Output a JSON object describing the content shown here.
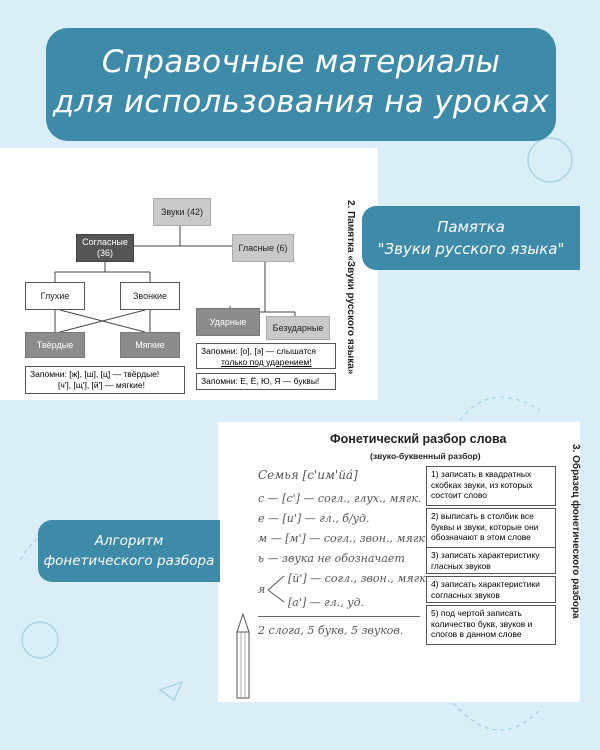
{
  "title": {
    "line1": "Справочные материалы",
    "line2": "для использования на уроках"
  },
  "card1": {
    "line1": "Памятка",
    "line2": "\"Звуки русского языка\""
  },
  "card2": {
    "line1": "Алгоритм",
    "line2": "фонетического разбора"
  },
  "diagram": {
    "sounds": "Звуки (42)",
    "consonants": "Согласные (36)",
    "vowels": "Гласные (6)",
    "voiceless": "Глухие",
    "voiced": "Звонкие",
    "hard": "Твёрдые",
    "soft": "Мягкие",
    "stressed": "Ударные",
    "unstressed": "Безударные",
    "note_hard_soft": [
      "Запомни: [ж], [ш], [ц] — твёрдые!",
      "[ч'], [щ'], [й'] — мягкие!"
    ],
    "note_vowels": [
      "Запомни: [о], [э] — слышатся",
      "только под ударением!"
    ],
    "note_letters": "Запомни: Е, Ё, Ю, Я — буквы!",
    "side_title": "2. Памятка «Звуки русского языка»"
  },
  "analysis": {
    "title": "Фонетический разбор слова",
    "subtitle": "(звуко-буквенный разбор)",
    "side_title": "3. Образец фонетического разбора",
    "word": "Семья [с'им'йа́]",
    "lines": [
      "с — [с'] — согл., глух., мягк.",
      "е — [и'] — гл., б/уд.",
      "м — [м'] — согл., звон., мягк.",
      "ь — звука не обозначает",
      "[й'] — согл., звон., мягк",
      "[а'] — гл., уд."
    ],
    "ya": "я",
    "summary": "2 слога, 5 букв, 5 звуков.",
    "steps": [
      "1) записать в квадратных скобках звуки, из которых состоит слово",
      "2) выписать в столбик все буквы и звуки, которые они обозначают в этом слове",
      "3) записать характеристику гласных звуков",
      "4) записать характеристики согласных звуков",
      "5) под чертой записать количество букв, звуков и слогов в данном слове"
    ]
  }
}
